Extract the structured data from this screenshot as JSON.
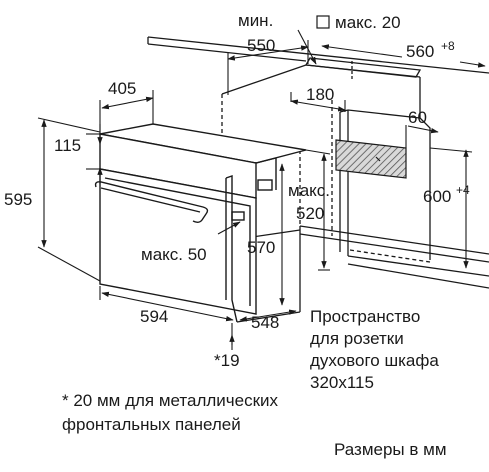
{
  "dimensions": {
    "d_min": "мин.",
    "d_550": "550",
    "d_max20": "макс. 20",
    "d_560": "560",
    "d_560_sup": "+8",
    "d_405": "405",
    "d_180": "180",
    "d_60": "60",
    "d_115": "115",
    "d_595": "595",
    "d_600": "600",
    "d_600_sup": "+4",
    "d_maks": "макс.",
    "d_520": "520",
    "d_570": "570",
    "d_max50": "макс. 50",
    "d_594": "594",
    "d_548": "548",
    "d_19": "*19"
  },
  "notes": {
    "socket_line1": "Пространство",
    "socket_line2": "для розетки",
    "socket_line3": "духового шкафа",
    "socket_line4": "320x115",
    "footnote_line1": "* 20 мм для металлических",
    "footnote_line2": "фронтальных панелей",
    "units": "Размеры в мм"
  }
}
